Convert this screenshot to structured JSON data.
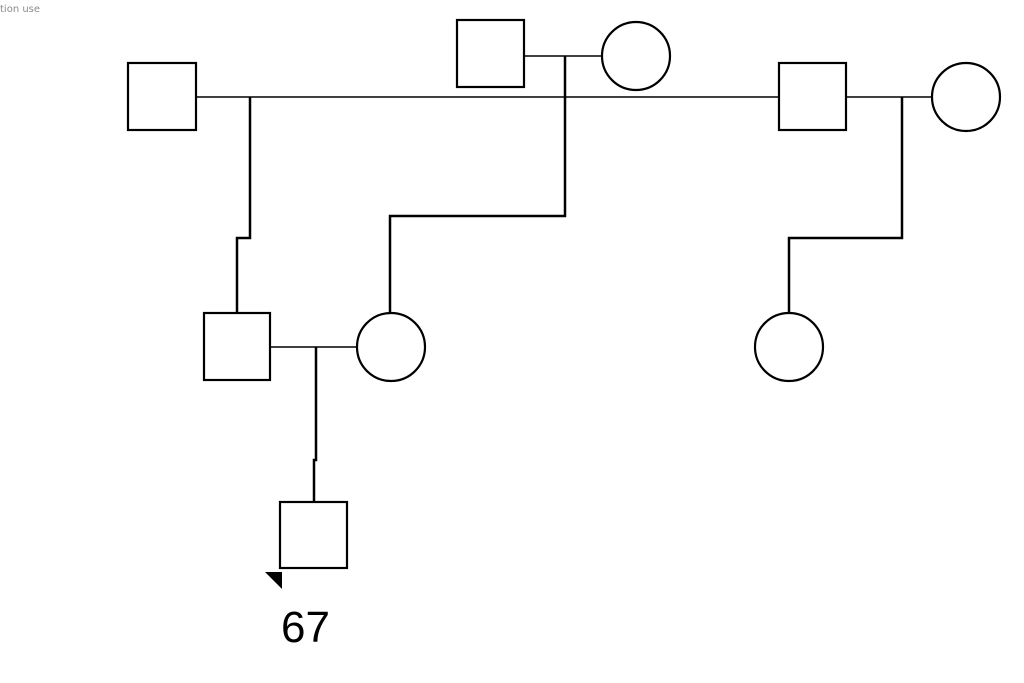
{
  "caption": "tion use",
  "pedigree": {
    "members": [
      {
        "id": "gen1-male-left",
        "sex": "male"
      },
      {
        "id": "gen1-male-center",
        "sex": "male"
      },
      {
        "id": "gen1-female-center",
        "sex": "female"
      },
      {
        "id": "gen1-male-right",
        "sex": "male"
      },
      {
        "id": "gen1-female-right",
        "sex": "female"
      },
      {
        "id": "gen2-male",
        "sex": "male"
      },
      {
        "id": "gen2-female-spouse",
        "sex": "female"
      },
      {
        "id": "gen2-female-right",
        "sex": "female"
      },
      {
        "id": "gen3-proband",
        "sex": "male",
        "proband": true
      }
    ],
    "proband_label": "67"
  },
  "colors": {
    "stroke": "#000000",
    "fill": "#ffffff",
    "caption": "#8a8a8a"
  }
}
